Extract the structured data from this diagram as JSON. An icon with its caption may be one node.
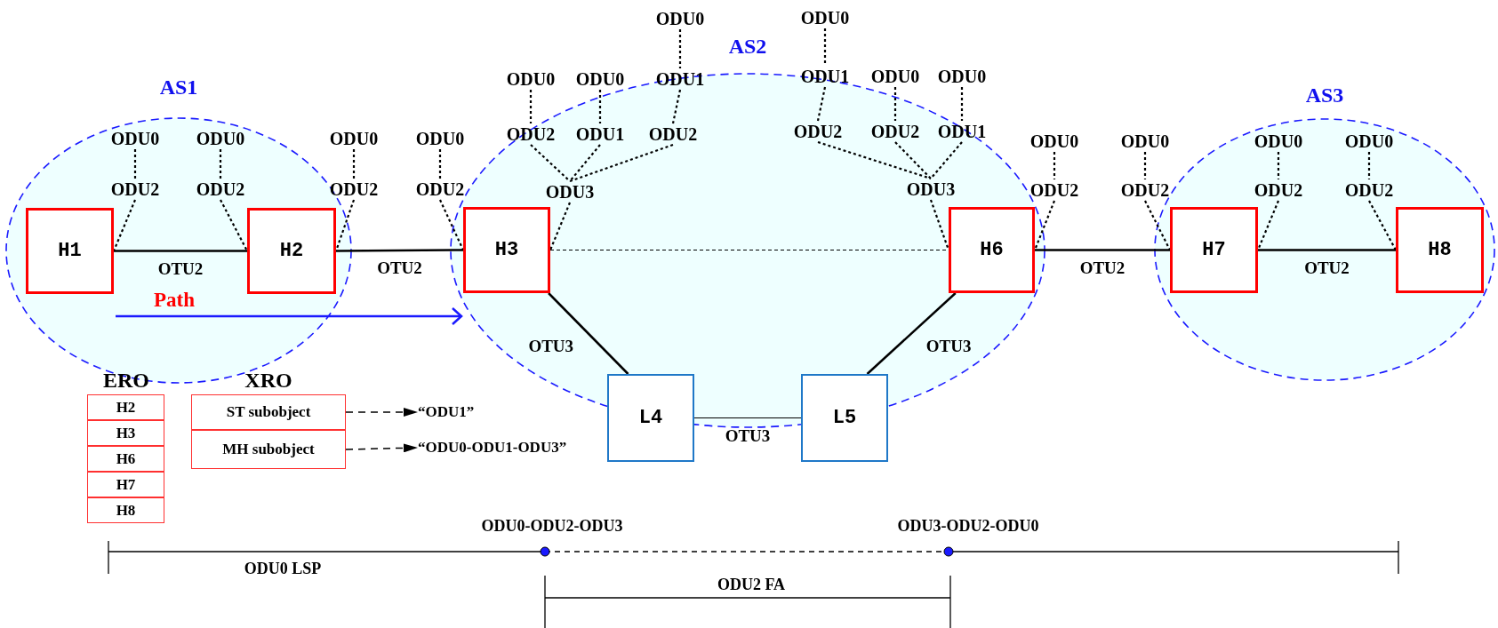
{
  "diagram": {
    "nodes": [
      {
        "text": [
          "AS1"
        ]
      },
      {
        "text": [
          "H1"
        ],
        "in": 0
      },
      {
        "text": [
          "H2"
        ],
        "in": 0
      },
      {
        "text": [
          "AS2"
        ]
      },
      {
        "text": [
          "H3"
        ],
        "in": 3
      },
      {
        "text": [
          "H6"
        ],
        "in": 3
      },
      {
        "text": [
          "AS3"
        ]
      },
      {
        "text": [
          "H7"
        ],
        "in": 6
      },
      {
        "text": [
          "H8"
        ],
        "in": 6
      },
      {
        "text": [
          "L4"
        ]
      },
      {
        "text": [
          "L5"
        ]
      },
      {
        "text": [
          "ODU0"
        ],
        "in": 0
      },
      {
        "text": [
          "ODU2"
        ],
        "in": 0
      },
      {
        "text": [
          "ODU0"
        ],
        "in": 0
      },
      {
        "text": [
          "ODU2"
        ],
        "in": 0
      },
      {
        "text": [
          "ODU0"
        ]
      },
      {
        "text": [
          "ODU2"
        ]
      },
      {
        "text": [
          "ODU0"
        ]
      },
      {
        "text": [
          "ODU2"
        ]
      },
      {
        "text": [
          "ODU0"
        ]
      },
      {
        "text": [
          "ODU0"
        ]
      },
      {
        "text": [
          "ODU0"
        ]
      },
      {
        "text": [
          "ODU1"
        ],
        "in": 3
      },
      {
        "text": [
          "ODU2"
        ],
        "in": 3
      },
      {
        "text": [
          "ODU1"
        ],
        "in": 3
      },
      {
        "text": [
          "ODU2"
        ],
        "in": 3
      },
      {
        "text": [
          "ODU3"
        ],
        "in": 3
      },
      {
        "text": [
          "ODU0"
        ]
      },
      {
        "text": [
          "ODU1"
        ]
      },
      {
        "text": [
          "ODU0"
        ]
      },
      {
        "text": [
          "ODU0"
        ]
      },
      {
        "text": [
          "ODU2"
        ],
        "in": 3
      },
      {
        "text": [
          "ODU2"
        ],
        "in": 3
      },
      {
        "text": [
          "ODU1"
        ],
        "in": 3
      },
      {
        "text": [
          "ODU3"
        ],
        "in": 3
      },
      {
        "text": [
          "ODU0"
        ]
      },
      {
        "text": [
          "ODU2"
        ]
      },
      {
        "text": [
          "ODU0"
        ]
      },
      {
        "text": [
          "ODU2"
        ]
      },
      {
        "text": [
          "ODU0"
        ],
        "in": 6
      },
      {
        "text": [
          "ODU2"
        ],
        "in": 6
      },
      {
        "text": [
          "ODU0"
        ],
        "in": 6
      },
      {
        "text": [
          "ODU2"
        ],
        "in": 6
      },
      {
        "text": [
          "ST subobject"
        ]
      },
      {
        "text": [
          "MH subobject"
        ]
      },
      {
        "text": [
          "“ODU1”"
        ]
      },
      {
        "text": [
          "“ODU0-ODU1-ODU3”"
        ]
      }
    ],
    "edges": [
      {
        "from": 1,
        "to": 2,
        "arrow": "none",
        "label": "OTU2"
      },
      {
        "from": 2,
        "to": 4,
        "arrow": "none",
        "label": "OTU2"
      },
      {
        "from": 4,
        "to": 5,
        "arrow": "none",
        "style": "dashed"
      },
      {
        "from": 5,
        "to": 7,
        "arrow": "none",
        "label": "OTU2"
      },
      {
        "from": 7,
        "to": 8,
        "arrow": "none",
        "label": "OTU2"
      },
      {
        "from": 4,
        "to": 9,
        "arrow": "none",
        "label": "OTU3"
      },
      {
        "from": 5,
        "to": 10,
        "arrow": "none",
        "label": "OTU3"
      },
      {
        "from": 9,
        "to": 10,
        "arrow": "none",
        "label": "OTU3"
      },
      {
        "from": 11,
        "to": 12,
        "arrow": "none",
        "style": "dashed"
      },
      {
        "from": 12,
        "to": 1,
        "arrow": "none",
        "style": "dashed"
      },
      {
        "from": 13,
        "to": 14,
        "arrow": "none",
        "style": "dashed"
      },
      {
        "from": 14,
        "to": 2,
        "arrow": "none",
        "style": "dashed"
      },
      {
        "from": 15,
        "to": 16,
        "arrow": "none",
        "style": "dashed"
      },
      {
        "from": 16,
        "to": 2,
        "arrow": "none",
        "style": "dashed"
      },
      {
        "from": 17,
        "to": 18,
        "arrow": "none",
        "style": "dashed"
      },
      {
        "from": 18,
        "to": 4,
        "arrow": "none",
        "style": "dashed"
      },
      {
        "from": 19,
        "to": 22,
        "arrow": "none",
        "style": "dashed"
      },
      {
        "from": 22,
        "to": 25,
        "arrow": "none",
        "style": "dashed"
      },
      {
        "from": 20,
        "to": 23,
        "arrow": "none",
        "style": "dashed"
      },
      {
        "from": 21,
        "to": 24,
        "arrow": "none",
        "style": "dashed"
      },
      {
        "from": 23,
        "to": 26,
        "arrow": "none",
        "style": "dashed"
      },
      {
        "from": 24,
        "to": 26,
        "arrow": "none",
        "style": "dashed"
      },
      {
        "from": 25,
        "to": 26,
        "arrow": "none",
        "style": "dashed"
      },
      {
        "from": 26,
        "to": 4,
        "arrow": "none",
        "style": "dashed"
      },
      {
        "from": 27,
        "to": 28,
        "arrow": "none",
        "style": "dashed"
      },
      {
        "from": 28,
        "to": 31,
        "arrow": "none",
        "style": "dashed"
      },
      {
        "from": 29,
        "to": 32,
        "arrow": "none",
        "style": "dashed"
      },
      {
        "from": 30,
        "to": 33,
        "arrow": "none",
        "style": "dashed"
      },
      {
        "from": 31,
        "to": 34,
        "arrow": "none",
        "style": "dashed"
      },
      {
        "from": 32,
        "to": 34,
        "arrow": "none",
        "style": "dashed"
      },
      {
        "from": 33,
        "to": 34,
        "arrow": "none",
        "style": "dashed"
      },
      {
        "from": 34,
        "to": 5,
        "arrow": "none",
        "style": "dashed"
      },
      {
        "from": 35,
        "to": 36,
        "arrow": "none",
        "style": "dashed"
      },
      {
        "from": 36,
        "to": 5,
        "arrow": "none",
        "style": "dashed"
      },
      {
        "from": 37,
        "to": 38,
        "arrow": "none",
        "style": "dashed"
      },
      {
        "from": 38,
        "to": 7,
        "arrow": "none",
        "style": "dashed"
      },
      {
        "from": 39,
        "to": 40,
        "arrow": "none",
        "style": "dashed"
      },
      {
        "from": 40,
        "to": 7,
        "arrow": "none",
        "style": "dashed"
      },
      {
        "from": 41,
        "to": 42,
        "arrow": "none",
        "style": "dashed"
      },
      {
        "from": 42,
        "to": 8,
        "arrow": "none",
        "style": "dashed"
      },
      {
        "from": 43,
        "to": 45,
        "arrow": "to",
        "style": "dashed"
      },
      {
        "from": 44,
        "to": 46,
        "arrow": "to",
        "style": "dashed"
      }
    ],
    "labels": [
      "Path",
      "ERO",
      "XRO",
      "H2",
      "H3",
      "H6",
      "H7",
      "H8",
      "ODU0-ODU2-ODU3",
      "ODU3-ODU2-ODU0",
      "ODU0 LSP",
      "ODU2 FA"
    ]
  }
}
